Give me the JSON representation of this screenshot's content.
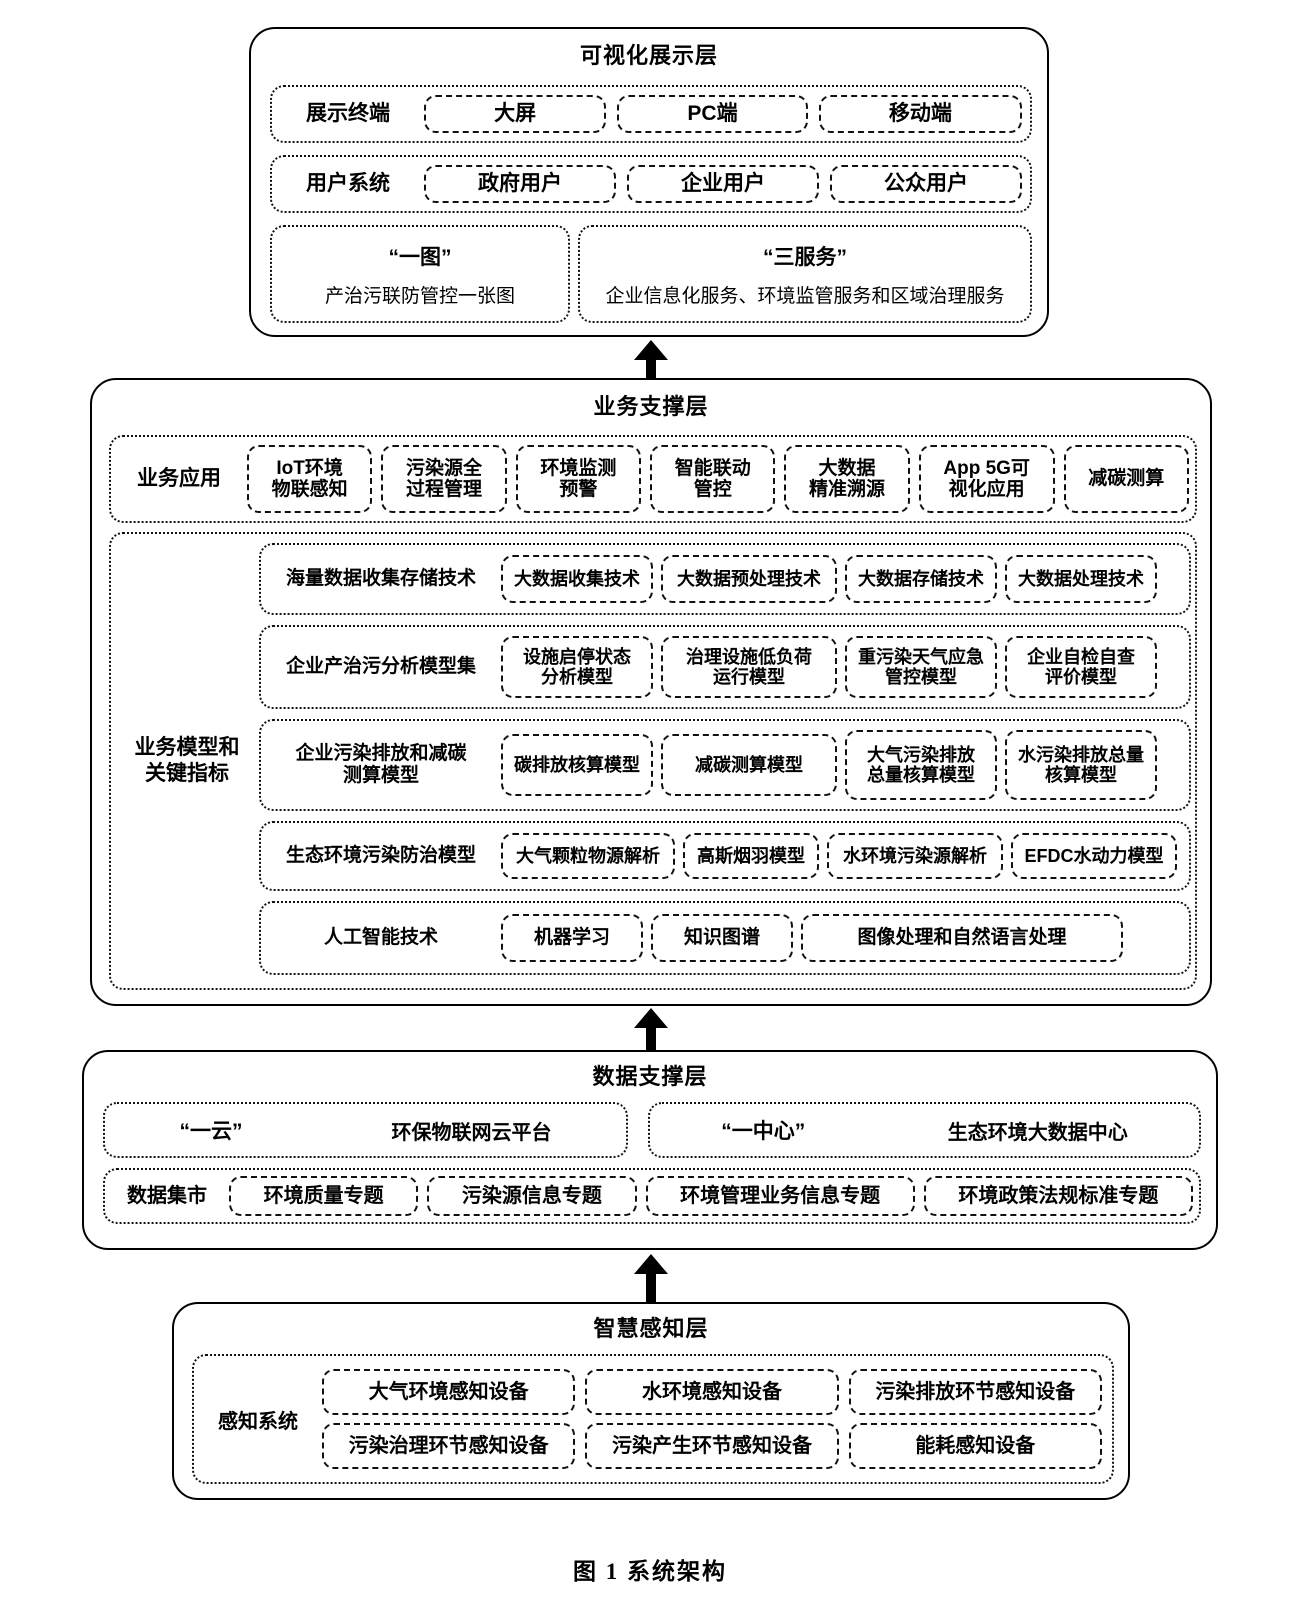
{
  "figure": {
    "caption": "图 1   系统架构"
  },
  "visualization_layer": {
    "title": "可视化展示层",
    "terminal_row": {
      "lead": "展示终端",
      "items": [
        "大屏",
        "PC端",
        "移动端"
      ]
    },
    "user_row": {
      "lead": "用户系统",
      "items": [
        "政府用户",
        "企业用户",
        "公众用户"
      ]
    },
    "one_map": {
      "title": "“一图”",
      "subtitle": "产治污联防管控一张图"
    },
    "three_services": {
      "title": "“三服务”",
      "subtitle": "企业信息化服务、环境监管服务和区域治理服务"
    }
  },
  "business_layer": {
    "title": "业务支撑层",
    "application_row": {
      "lead": "业务应用",
      "items": [
        "IoT环境\n物联感知",
        "污染源全\n过程管理",
        "环境监测\n预警",
        "智能联动\n管控",
        "大数据\n精准溯源",
        "App 5G可\n视化应用",
        "减碳测算"
      ]
    },
    "model_section": {
      "lead": "业务模型和\n关键指标",
      "rows": [
        {
          "lead": "海量数据收集存储技术",
          "items": [
            "大数据收集技术",
            "大数据预处理技术",
            "大数据存储技术",
            "大数据处理技术"
          ]
        },
        {
          "lead": "企业产治污分析模型集",
          "items": [
            "设施启停状态\n分析模型",
            "治理设施低负荷\n运行模型",
            "重污染天气应急\n管控模型",
            "企业自检自查\n评价模型"
          ]
        },
        {
          "lead": "企业污染排放和减碳\n测算模型",
          "items": [
            "碳排放核算模型",
            "减碳测算模型",
            "大气污染排放\n总量核算模型",
            "水污染排放总量\n核算模型"
          ]
        },
        {
          "lead": "生态环境污染防治模型",
          "items": [
            "大气颗粒物源解析",
            "高斯烟羽模型",
            "水环境污染源解析",
            "EFDC水动力模型"
          ]
        },
        {
          "lead": "人工智能技术",
          "items": [
            "机器学习",
            "知识图谱",
            "图像处理和自然语言处理"
          ]
        }
      ]
    }
  },
  "data_layer": {
    "title": "数据支撑层",
    "cloud_boxes": [
      {
        "quoted": "“一云”",
        "text": "环保物联网云平台"
      },
      {
        "quoted": "“一中心”",
        "text": "生态环境大数据中心"
      }
    ],
    "mart_row": {
      "lead": "数据集市",
      "items": [
        "环境质量专题",
        "污染源信息专题",
        "环境管理业务信息专题",
        "环境政策法规标准专题"
      ]
    }
  },
  "perception_layer": {
    "title": "智慧感知层",
    "system": {
      "lead": "感知系统",
      "row1": [
        "大气环境感知设备",
        "水环境感知设备",
        "污染排放环节感知设备"
      ],
      "row2": [
        "污染治理环节感知设备",
        "污染产生环节感知设备",
        "能耗感知设备"
      ]
    }
  },
  "arrows": [
    {
      "name": "arrow-business-to-visualization"
    },
    {
      "name": "arrow-data-to-business"
    },
    {
      "name": "arrow-perception-to-data"
    }
  ]
}
